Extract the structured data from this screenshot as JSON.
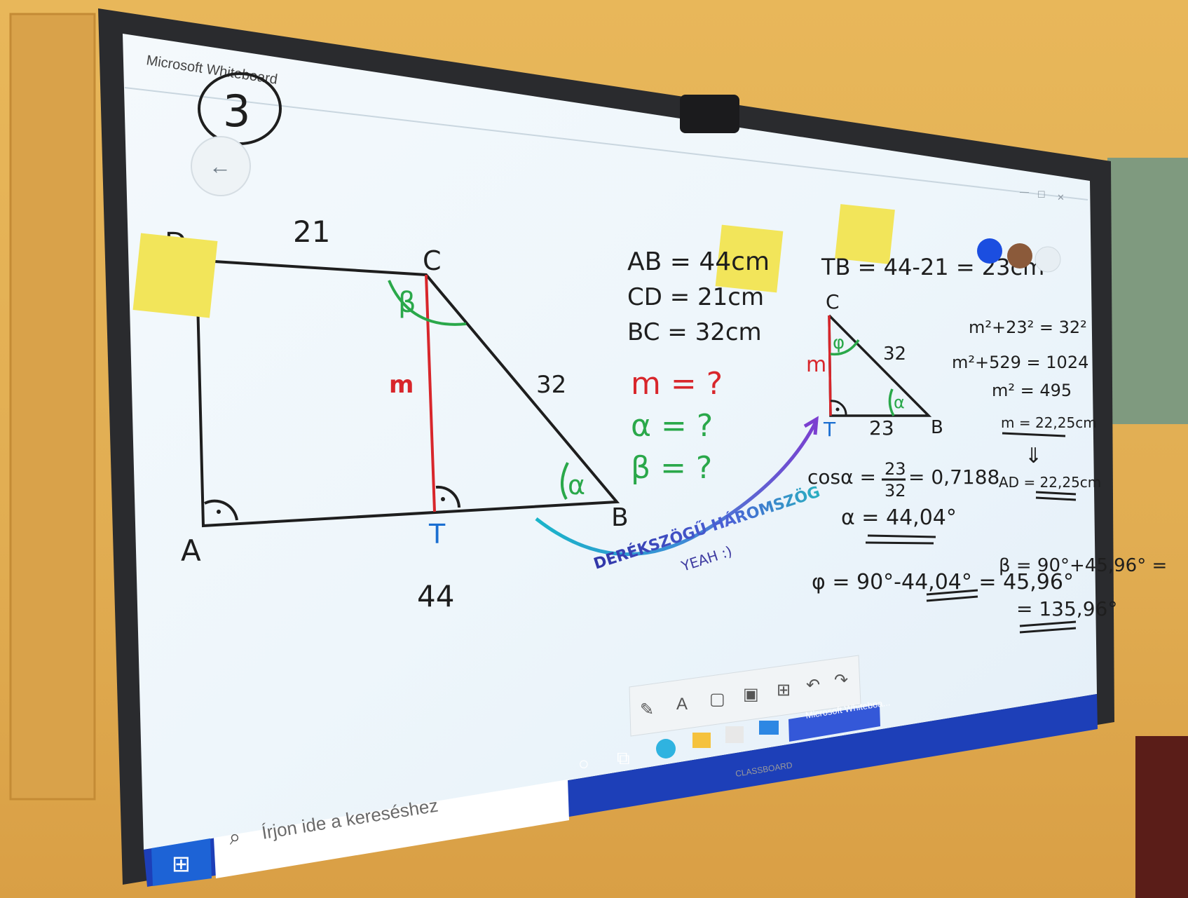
{
  "app": {
    "title": "Microsoft Whiteboard"
  },
  "nav": {
    "back_icon": "arrow-left-icon"
  },
  "board": {
    "page_marker": "3",
    "trapezoid": {
      "vertex_A": "A",
      "vertex_B": "B",
      "vertex_C": "C",
      "vertex_D": "D",
      "vertex_T": "T",
      "side_top": "21",
      "side_bottom": "44",
      "side_right": "32",
      "height": "m",
      "angle_alpha": "α",
      "angle_beta": "β"
    },
    "givens": {
      "ab": "AB = 44cm",
      "cd": "CD = 21cm",
      "bc": "BC = 32cm",
      "m_q": "m = ?",
      "alpha_q": "α = ?",
      "beta_q": "β = ?"
    },
    "arrow_caption": {
      "line1": "DERÉKSZÖGŰ HÁROMSZÖG",
      "line2": "YEAH :)"
    },
    "triangle": {
      "c": "C",
      "t": "T",
      "b": "B",
      "m": "m",
      "hyp": "32",
      "base": "23",
      "angle_phi": "φ",
      "angle_alpha": "α"
    },
    "calc": {
      "tb": "TB = 44-21 = 23cm",
      "cos_lhs": "cosα =",
      "cos_num": "23",
      "cos_den": "32",
      "cos_rhs": "= 0,7188",
      "alpha_res": "α = 44,04°",
      "phi_res": "φ = 90°-44,04° = 45,96°",
      "pyth1": "m²+23² = 32²",
      "pyth2": "m²+529 = 1024",
      "pyth3": "m² = 495",
      "m_res": "m = 22,25cm",
      "ad_res": "AD = 22,25cm",
      "beta_res1": "β = 90°+45,96° =",
      "beta_res2": "= 135,96°"
    }
  },
  "toolbar": {
    "tools": [
      "pen-icon",
      "text-icon",
      "note-icon",
      "image-icon",
      "add-icon",
      "undo-icon",
      "redo-icon"
    ]
  },
  "taskbar": {
    "search_placeholder": "Írjon ide a kereséshez",
    "active_app": "Microsoft Whiteboa...",
    "brand": "CLASSBOARD"
  },
  "colors": {
    "ink_black": "#1e1e1e",
    "ink_red": "#d8262b",
    "ink_green": "#2aa84a",
    "ink_blue": "#1b6fd1",
    "sticky": "#f2e55a",
    "taskbar": "#1d3fb8"
  }
}
